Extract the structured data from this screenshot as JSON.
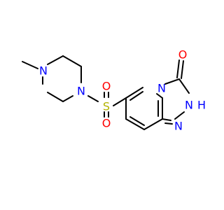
{
  "molecule": {
    "atoms": {
      "n_methylpiperazine": "N",
      "n_sulfonamide": "N",
      "sulfur": "S",
      "oxygen_sulfonyl_top": "O",
      "oxygen_sulfonyl_bottom": "O",
      "n_bridgehead": "N",
      "oxygen_carbonyl": "O",
      "n_triazole_nh": "N",
      "h_triazole": "H",
      "n_triazole": "N"
    },
    "colors": {
      "nitrogen": "#0000ff",
      "oxygen": "#ff0000",
      "sulfur": "#b3b300",
      "carbon_bond": "#000000",
      "background": "#ffffff"
    }
  }
}
